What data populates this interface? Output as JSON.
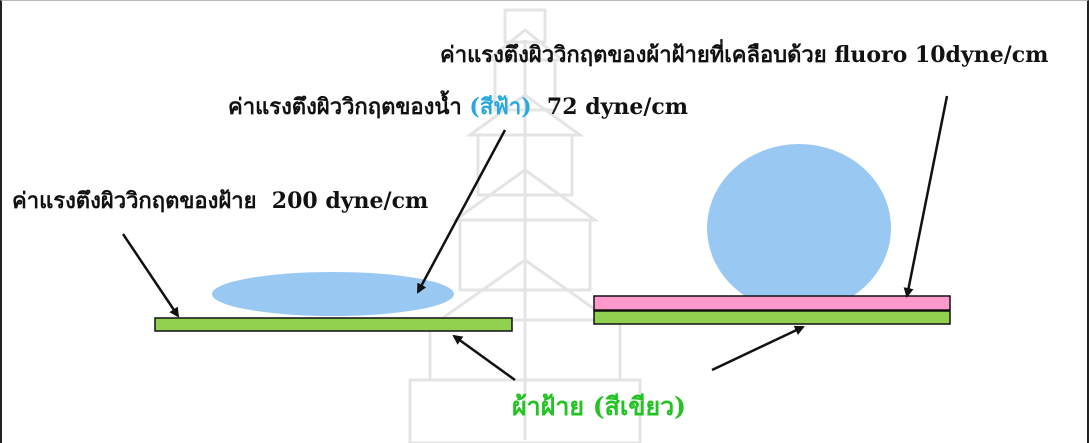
{
  "labels": {
    "fluoro_fabric": "ค่าแรงตึงผิววิกฤตของผ้าฝ้ายที่เคลือบด้วย fluoro 10dyne/cm",
    "water_prefix": "ค่าแรงตึงผิววิกฤตของน้ำ ",
    "water_color_note": "(สีฟ้า)",
    "water_value": "  72 dyne/cm",
    "cotton": "ค่าแรงตึงผิววิกฤตของฝ้าย  200 dyne/cm",
    "cotton_fabric": "ผ้าฝ้าย (สีเขียว)"
  },
  "colors": {
    "water_drop": "#99c9f2",
    "cotton_layer": "#92d050",
    "fluoro_layer": "#ff99cc",
    "green_label": "#22c322",
    "water_note": "#2aa8e0",
    "arrow": "#111111"
  }
}
